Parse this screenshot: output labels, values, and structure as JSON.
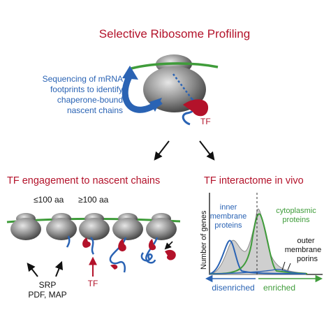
{
  "title": "Selective Ribosome Profiling",
  "sequencing_text": [
    "Sequencing of mRNA",
    "footprints to identify",
    "chaperone-bound",
    "nascent chains"
  ],
  "tf_label": "TF",
  "left_heading": "TF engagement to nascent chains",
  "right_heading": "TF interactome in vivo",
  "length_labels": [
    "≤100 aa",
    "≥100 aa"
  ],
  "factor_labels": [
    "SRP",
    "PDF, MAP"
  ],
  "tf_arrow_label": "TF",
  "chart": {
    "ylabel": "Number of genes",
    "inner_label": [
      "inner",
      "membrane",
      "proteins"
    ],
    "cyto_label": [
      "cytoplasmic",
      "proteins"
    ],
    "outer_label": [
      "outer",
      "membrane",
      "porins"
    ],
    "disenriched": "disenriched",
    "enriched": "enriched"
  },
  "colors": {
    "red": "#b3122a",
    "blue": "#2a63b4",
    "green": "#3f9c3a",
    "ribosome_gray": "#8a8a8a"
  }
}
